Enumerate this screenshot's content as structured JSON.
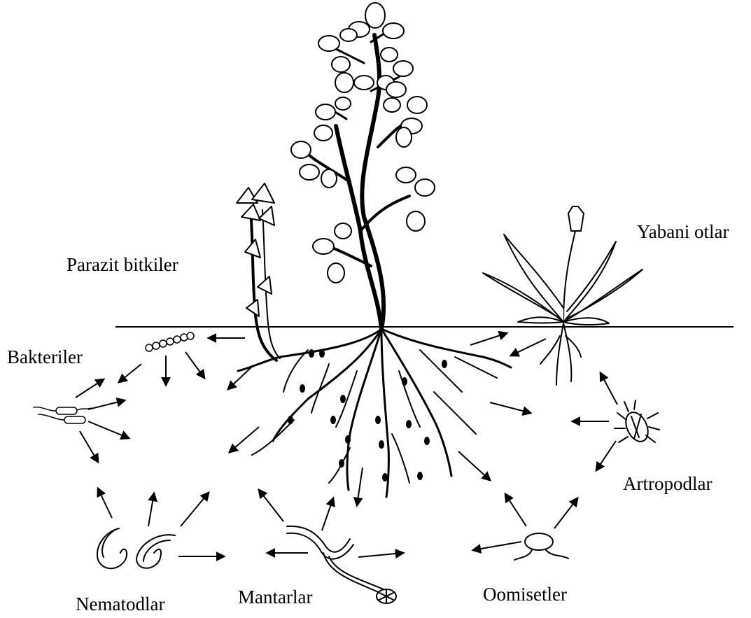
{
  "labels": {
    "parasitic_plants": "Parazit bitkiler",
    "weeds": "Yabani otlar",
    "bacteria": "Bakteriler",
    "arthropods": "Artropodlar",
    "nematodes": "Nematodlar",
    "fungi": "Mantarlar",
    "oomycetes": "Oomisetler"
  },
  "colors": {
    "ink": "#000000",
    "background": "#ffffff"
  },
  "icons": [
    "plant-illustration",
    "parasitic-plant-illustration",
    "weed-illustration",
    "bacteria-icon",
    "nematode-icon",
    "fungus-icon",
    "oomycete-icon",
    "beetle-icon"
  ]
}
